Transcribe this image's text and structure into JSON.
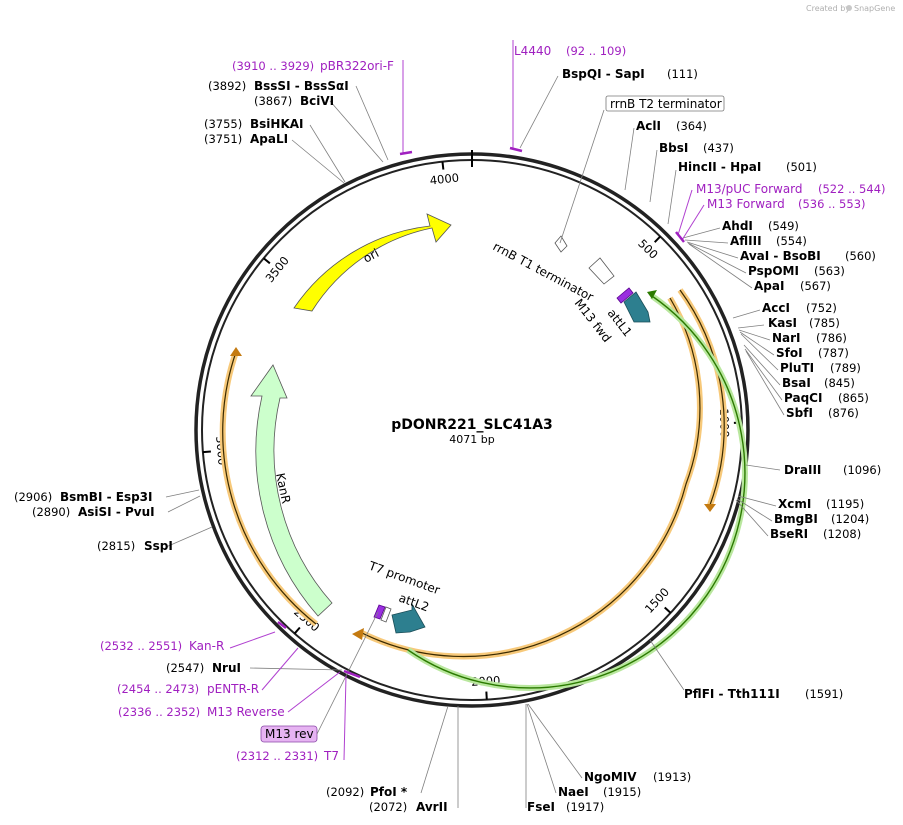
{
  "credit": {
    "created_by": "Created by",
    "brand": "SnapGene"
  },
  "plasmid": {
    "name": "pDONR221_SLC41A3",
    "size_label": "4071 bp",
    "length": 4071
  },
  "ticks": [
    {
      "bp": 500,
      "label": "500"
    },
    {
      "bp": 1000,
      "label": "1000"
    },
    {
      "bp": 1500,
      "label": "1500"
    },
    {
      "bp": 2000,
      "label": "2000"
    },
    {
      "bp": 2500,
      "label": "2500"
    },
    {
      "bp": 3000,
      "label": "3000"
    },
    {
      "bp": 3500,
      "label": "3500"
    },
    {
      "bp": 4000,
      "label": "4000"
    }
  ],
  "enzymes": [
    {
      "name": "BspQI",
      "name2": "SapI",
      "pos": "(111)"
    },
    {
      "name": "AclI",
      "pos": "(364)"
    },
    {
      "name": "BbsI",
      "pos": "(437)"
    },
    {
      "name": "HincII",
      "name2": "HpaI",
      "pos": "(501)"
    },
    {
      "name": "AhdI",
      "pos": "(549)"
    },
    {
      "name": "AflIII",
      "pos": "(554)"
    },
    {
      "name": "AvaI",
      "name2": "BsoBI",
      "pos": "(560)"
    },
    {
      "name": "PspOMI",
      "pos": "(563)"
    },
    {
      "name": "ApaI",
      "pos": "(567)"
    },
    {
      "name": "AccI",
      "pos": "(752)"
    },
    {
      "name": "KasI",
      "pos": "(785)"
    },
    {
      "name": "NarI",
      "pos": "(786)"
    },
    {
      "name": "SfoI",
      "pos": "(787)"
    },
    {
      "name": "PluTI",
      "pos": "(789)"
    },
    {
      "name": "BsaI",
      "pos": "(845)"
    },
    {
      "name": "PaqCI",
      "pos": "(865)"
    },
    {
      "name": "SbfI",
      "pos": "(876)"
    },
    {
      "name": "DraIII",
      "pos": "(1096)"
    },
    {
      "name": "XcmI",
      "pos": "(1195)"
    },
    {
      "name": "BmgBI",
      "pos": "(1204)"
    },
    {
      "name": "BseRI",
      "pos": "(1208)"
    },
    {
      "name": "PflFI",
      "name2": "Tth111I",
      "pos": "(1591)"
    },
    {
      "name": "NgoMIV",
      "pos": "(1913)"
    },
    {
      "name": "NaeI",
      "pos": "(1915)"
    },
    {
      "name": "FseI",
      "pos": "(1917)"
    },
    {
      "name": "AvrII",
      "pos": "(2072)"
    },
    {
      "name": "PfoI *",
      "pos": "(2092)"
    },
    {
      "name": "NruI",
      "pos": "(2547)"
    },
    {
      "name": "SspI",
      "pos": "(2815)"
    },
    {
      "name": "AsiSI",
      "name2": "PvuI",
      "pos": "(2890)"
    },
    {
      "name": "BsmBI",
      "name2": "Esp3I",
      "pos": "(2906)"
    },
    {
      "name": "ApaLI",
      "pos": "(3751)"
    },
    {
      "name": "BsiHKAI",
      "pos": "(3755)"
    },
    {
      "name": "BciVI",
      "pos": "(3867)"
    },
    {
      "name": "BssSI",
      "name2": "BssSαI",
      "pos": "(3892)"
    }
  ],
  "primers": [
    {
      "name": "L4440",
      "range": "(92 .. 109)"
    },
    {
      "name": "M13/pUC Forward",
      "range": "(522 .. 544)"
    },
    {
      "name": "M13 Forward",
      "range": "(536 .. 553)"
    },
    {
      "name": "Kan-R",
      "range": "(2532 .. 2551)"
    },
    {
      "name": "pENTR-R",
      "range": "(2454 .. 2473)"
    },
    {
      "name": "M13 Reverse",
      "range": "(2336 .. 2352)"
    },
    {
      "name": "T7",
      "range": "(2312 .. 2331)"
    },
    {
      "name": "pBR322ori-F",
      "range": "(3910 .. 3929)"
    }
  ],
  "features": {
    "rrnb_t2": "rrnB T2 terminator",
    "rrnb_t1": "rrnB T1 terminator",
    "m13_fwd": "M13 fwd",
    "attl1": "attL1",
    "attl2": "attL2",
    "t7_promoter": "T7 promoter",
    "m13_rev": "M13 rev",
    "ori": "ori",
    "kanr": "KanR"
  },
  "colors": {
    "ori": "#ffff00",
    "kanr": "#ccffcc",
    "insert": "#4aa81c",
    "orange_feature": "#f2a93b",
    "att_site": "#2d7f8f",
    "primer": "#a020c0",
    "m13_rev_box": "#e6b3f2"
  }
}
